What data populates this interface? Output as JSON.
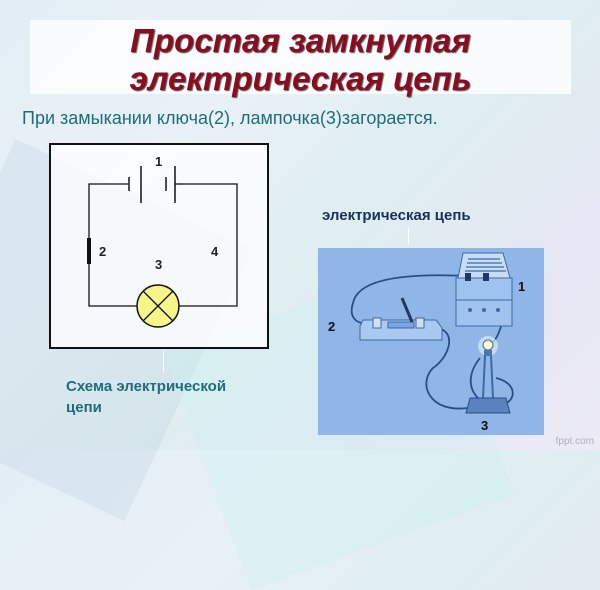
{
  "slide": {
    "title_line1": "Простая замкнутая",
    "title_line2": "электрическая цепь",
    "subtitle": "При замыкании ключа(2), лампочка(3)загорается.",
    "schema": {
      "labels": {
        "battery": "1",
        "key": "2",
        "lamp": "3",
        "wires": "4"
      },
      "caption": "Схема электрической цепи"
    },
    "photo": {
      "caption": "электрическая цепь",
      "labels": {
        "battery": "1",
        "key": "2",
        "lamp": "3"
      }
    },
    "watermark": "fppt.com"
  },
  "colors": {
    "title": "#8b0b1f",
    "subtitle": "#1e6d7a",
    "photo_bg": "#8fb6e6",
    "lamp_fill": "#f5f58a"
  }
}
